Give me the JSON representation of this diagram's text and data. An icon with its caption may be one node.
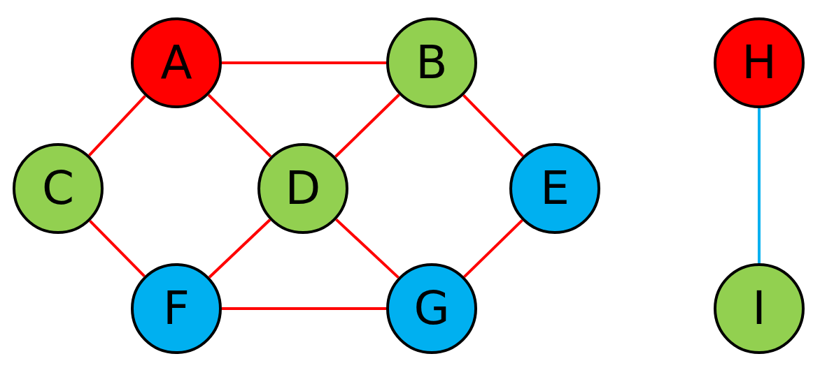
{
  "diagram": {
    "nodes": [
      {
        "text": [
          "A"
        ]
      },
      {
        "text": [
          "B"
        ]
      },
      {
        "text": [
          "C"
        ]
      },
      {
        "text": [
          "D"
        ]
      },
      {
        "text": [
          "E"
        ]
      },
      {
        "text": [
          "F"
        ]
      },
      {
        "text": [
          "G"
        ]
      },
      {
        "text": [
          "H"
        ]
      },
      {
        "text": [
          "I"
        ]
      }
    ],
    "edges": [
      {
        "from": 0,
        "to": 1,
        "arrow": "none"
      },
      {
        "from": 0,
        "to": 2,
        "arrow": "none"
      },
      {
        "from": 0,
        "to": 3,
        "arrow": "none"
      },
      {
        "from": 1,
        "to": 3,
        "arrow": "none"
      },
      {
        "from": 1,
        "to": 4,
        "arrow": "none"
      },
      {
        "from": 2,
        "to": 5,
        "arrow": "none"
      },
      {
        "from": 3,
        "to": 5,
        "arrow": "none"
      },
      {
        "from": 3,
        "to": 6,
        "arrow": "none"
      },
      {
        "from": 4,
        "to": 6,
        "arrow": "none"
      },
      {
        "from": 5,
        "to": 6,
        "arrow": "none"
      },
      {
        "from": 7,
        "to": 8,
        "arrow": "none",
        "color": "#00b0f0"
      }
    ]
  }
}
